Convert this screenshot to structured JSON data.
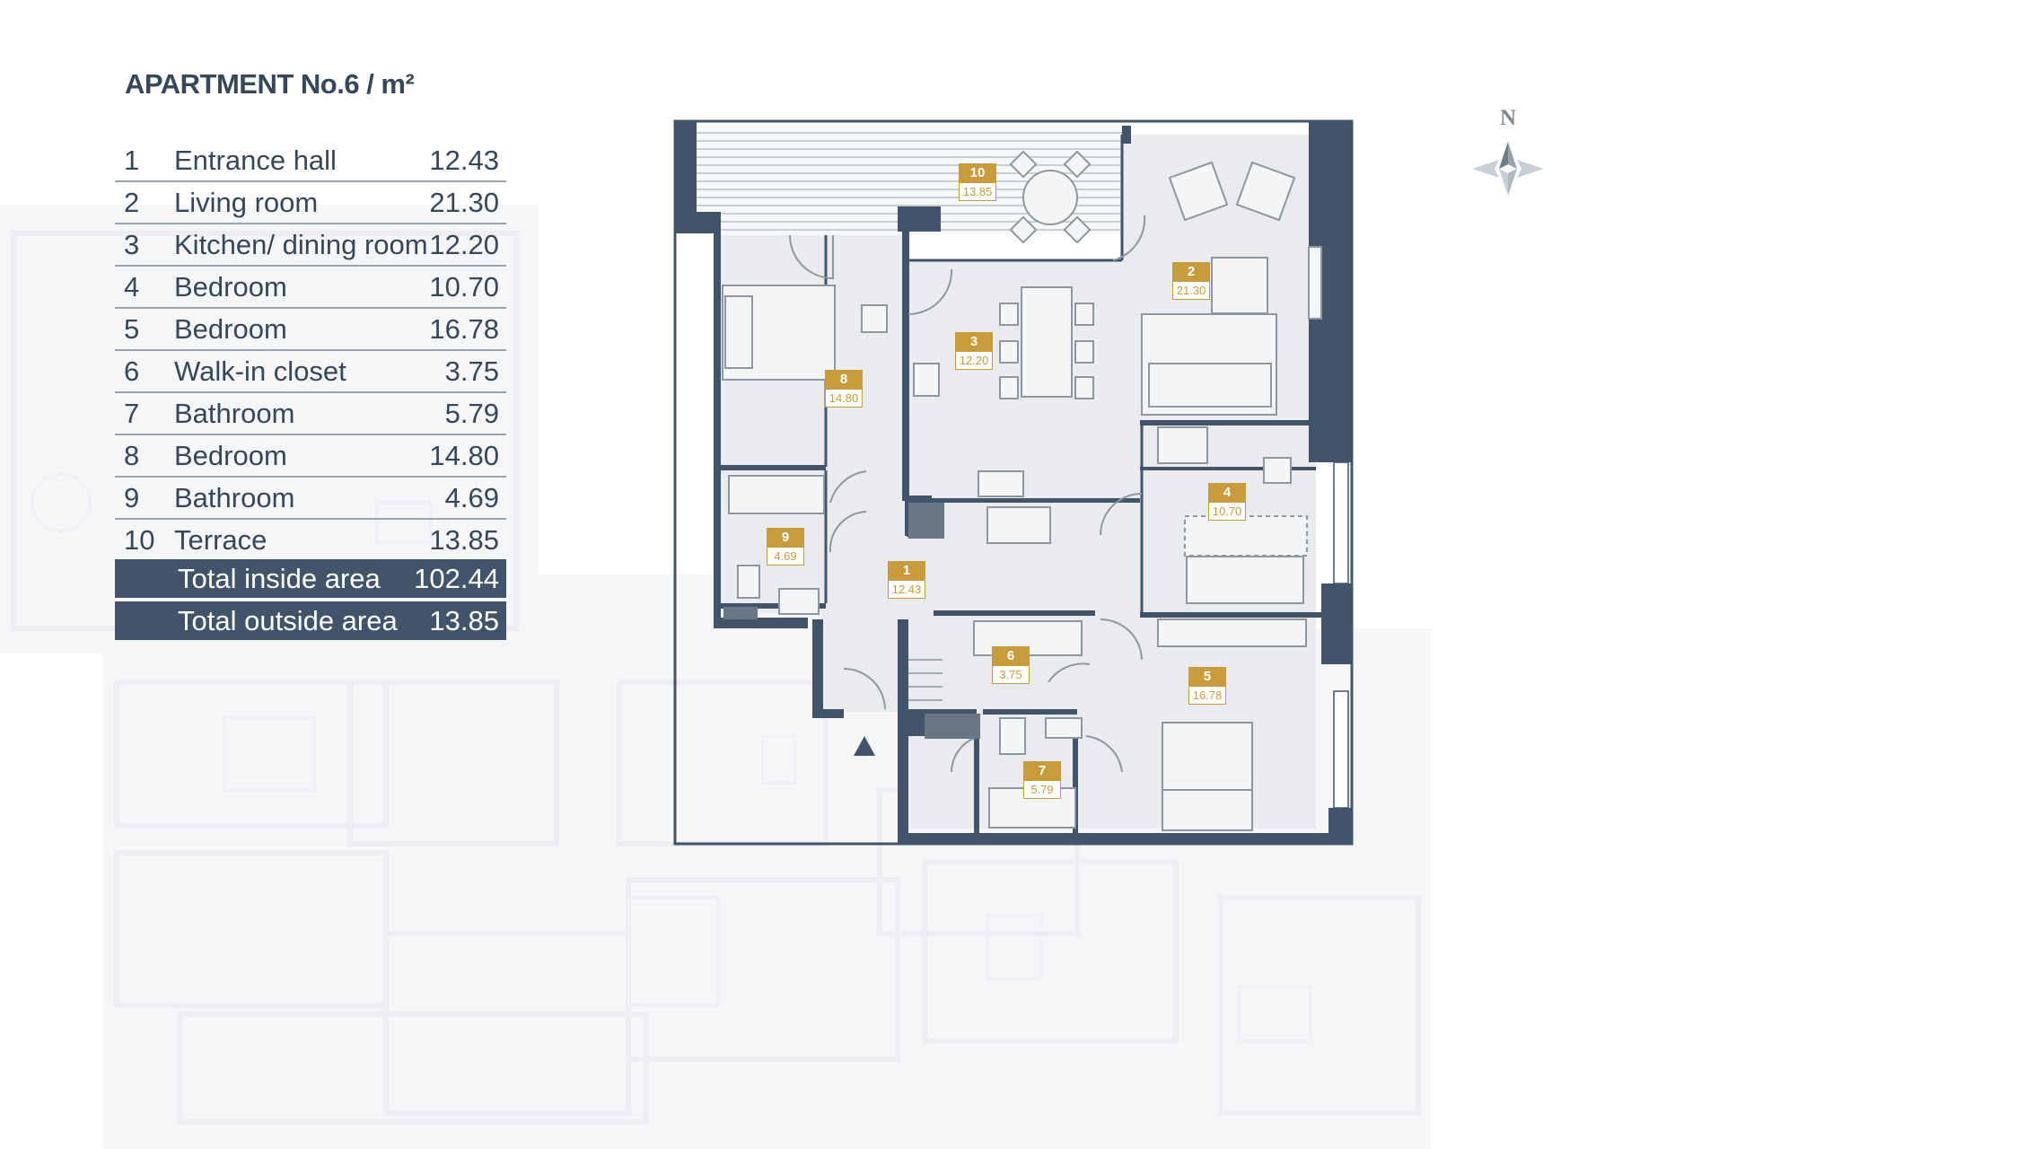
{
  "title": "APARTMENT No.6 / m²",
  "rooms": [
    {
      "no": "1",
      "name": "Entrance hall",
      "area": "12.43"
    },
    {
      "no": "2",
      "name": "Living room",
      "area": "21.30"
    },
    {
      "no": "3",
      "name": "Kitchen/ dining room",
      "area": "12.20"
    },
    {
      "no": "4",
      "name": "Bedroom",
      "area": "10.70"
    },
    {
      "no": "5",
      "name": "Bedroom",
      "area": "16.78"
    },
    {
      "no": "6",
      "name": "Walk-in closet",
      "area": "3.75"
    },
    {
      "no": "7",
      "name": "Bathroom",
      "area": "5.79"
    },
    {
      "no": "8",
      "name": "Bedroom",
      "area": "14.80"
    },
    {
      "no": "9",
      "name": "Bathroom",
      "area": "4.69"
    },
    {
      "no": "10",
      "name": "Terrace",
      "area": "13.85"
    }
  ],
  "totals": {
    "inside_label": "Total inside area",
    "inside_value": "102.44",
    "outside_label": "Total outside area",
    "outside_value": "13.85"
  },
  "plan_tags": [
    {
      "no": "1",
      "area": "12.43"
    },
    {
      "no": "2",
      "area": "21.30"
    },
    {
      "no": "3",
      "area": "12.20"
    },
    {
      "no": "4",
      "area": "10.70"
    },
    {
      "no": "5",
      "area": "16.78"
    },
    {
      "no": "6",
      "area": "3.75"
    },
    {
      "no": "7",
      "area": "5.79"
    },
    {
      "no": "8",
      "area": "14.80"
    },
    {
      "no": "9",
      "area": "4.69"
    },
    {
      "no": "10",
      "area": "13.85"
    }
  ],
  "compass": {
    "north_label": "N"
  },
  "icons": {
    "compass": "compass-rose-icon",
    "entrance": "entrance-arrow-icon"
  },
  "colors": {
    "wall": "#42546a",
    "floor": "#e9ebee",
    "tag_accent": "#c89b3c",
    "text": "#37475a",
    "background_plan": "#f3f5f7"
  }
}
